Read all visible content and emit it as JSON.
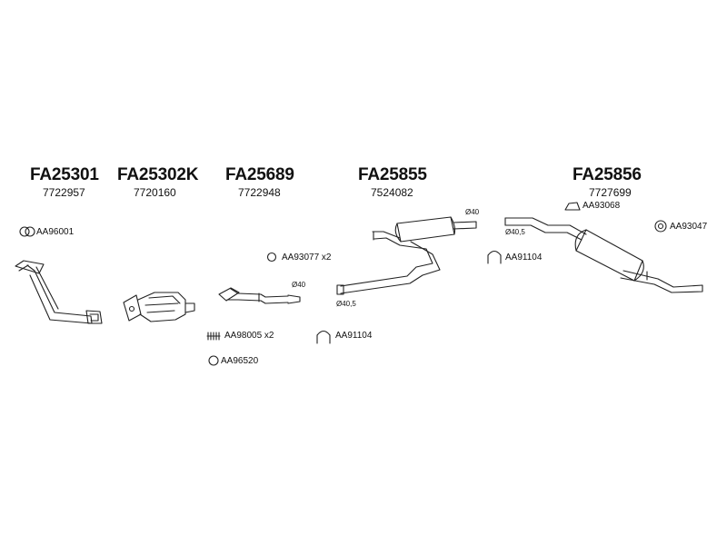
{
  "parts": [
    {
      "code": "FA25301",
      "ref": "7722957"
    },
    {
      "code": "FA25302K",
      "ref": "7720160"
    },
    {
      "code": "FA25689",
      "ref": "7722948"
    },
    {
      "code": "FA25855",
      "ref": "7524082"
    },
    {
      "code": "FA25856",
      "ref": "7727699"
    }
  ],
  "accessories": {
    "gasket_1": "AA96001",
    "ring_x2": "AA93077 x2",
    "spring_x2": "AA98005 x2",
    "ring_2": "AA96520",
    "clamp_1": "AA91104",
    "clamp_2": "AA91104",
    "hanger_1": "AA93068",
    "mount_1": "AA93047"
  },
  "diameters": {
    "d_40_a": "Ø40",
    "d_40_5_a": "Ø40,5",
    "d_40_b": "Ø40",
    "d_40_5_b": "Ø40,5"
  }
}
